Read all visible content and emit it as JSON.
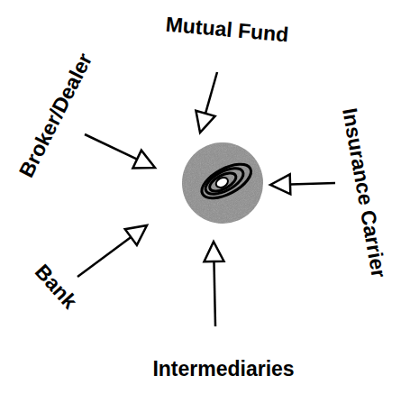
{
  "diagram": {
    "labels": [
      "Mutual Fund",
      "Insurance Carrier",
      "Intermediaries",
      "Bank",
      "Broker/Dealer"
    ]
  }
}
